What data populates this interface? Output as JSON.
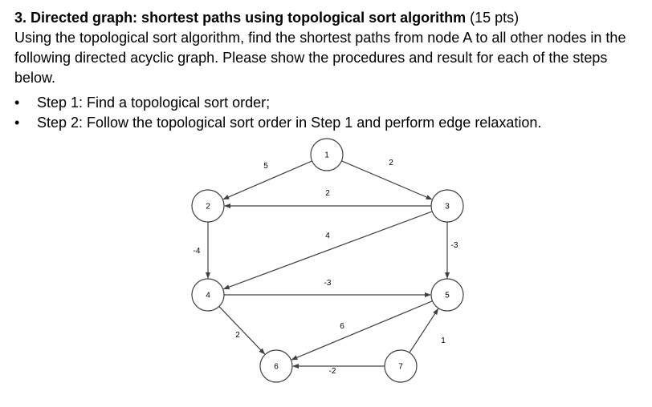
{
  "question": {
    "number": "3.",
    "title": "Directed graph: shortest paths using topological sort algorithm",
    "points": " (15 pts)",
    "body": "Using the topological sort algorithm, find the shortest paths from node A to all other nodes in the following directed acyclic graph. Please show the procedures and result for each of the steps below."
  },
  "steps": [
    {
      "bullet": "•",
      "text": "Step 1: Find a topological sort order;"
    },
    {
      "bullet": "•",
      "text": "Step 2: Follow the topological sort order in Step 1 and perform edge relaxation."
    }
  ],
  "graph": {
    "nodes": [
      {
        "id": "1",
        "label": "1"
      },
      {
        "id": "2",
        "label": "2"
      },
      {
        "id": "3",
        "label": "3"
      },
      {
        "id": "4",
        "label": "4"
      },
      {
        "id": "5",
        "label": "5"
      },
      {
        "id": "6",
        "label": "6"
      },
      {
        "id": "7",
        "label": "7"
      }
    ],
    "edges": [
      {
        "from": "1",
        "to": "2",
        "weight": "5"
      },
      {
        "from": "1",
        "to": "3",
        "weight": "2"
      },
      {
        "from": "3",
        "to": "2",
        "weight": "2"
      },
      {
        "from": "3",
        "to": "4",
        "weight": "4"
      },
      {
        "from": "2",
        "to": "4",
        "weight": "-4"
      },
      {
        "from": "3",
        "to": "5",
        "weight": "-3"
      },
      {
        "from": "4",
        "to": "5",
        "weight": "-3"
      },
      {
        "from": "4",
        "to": "6",
        "weight": "2"
      },
      {
        "from": "5",
        "to": "6",
        "weight": "6"
      },
      {
        "from": "7",
        "to": "6",
        "weight": "-2"
      },
      {
        "from": "7",
        "to": "5",
        "weight": "1"
      }
    ],
    "colors": {
      "stroke": "#404040",
      "node_fill": "#ffffff"
    }
  }
}
